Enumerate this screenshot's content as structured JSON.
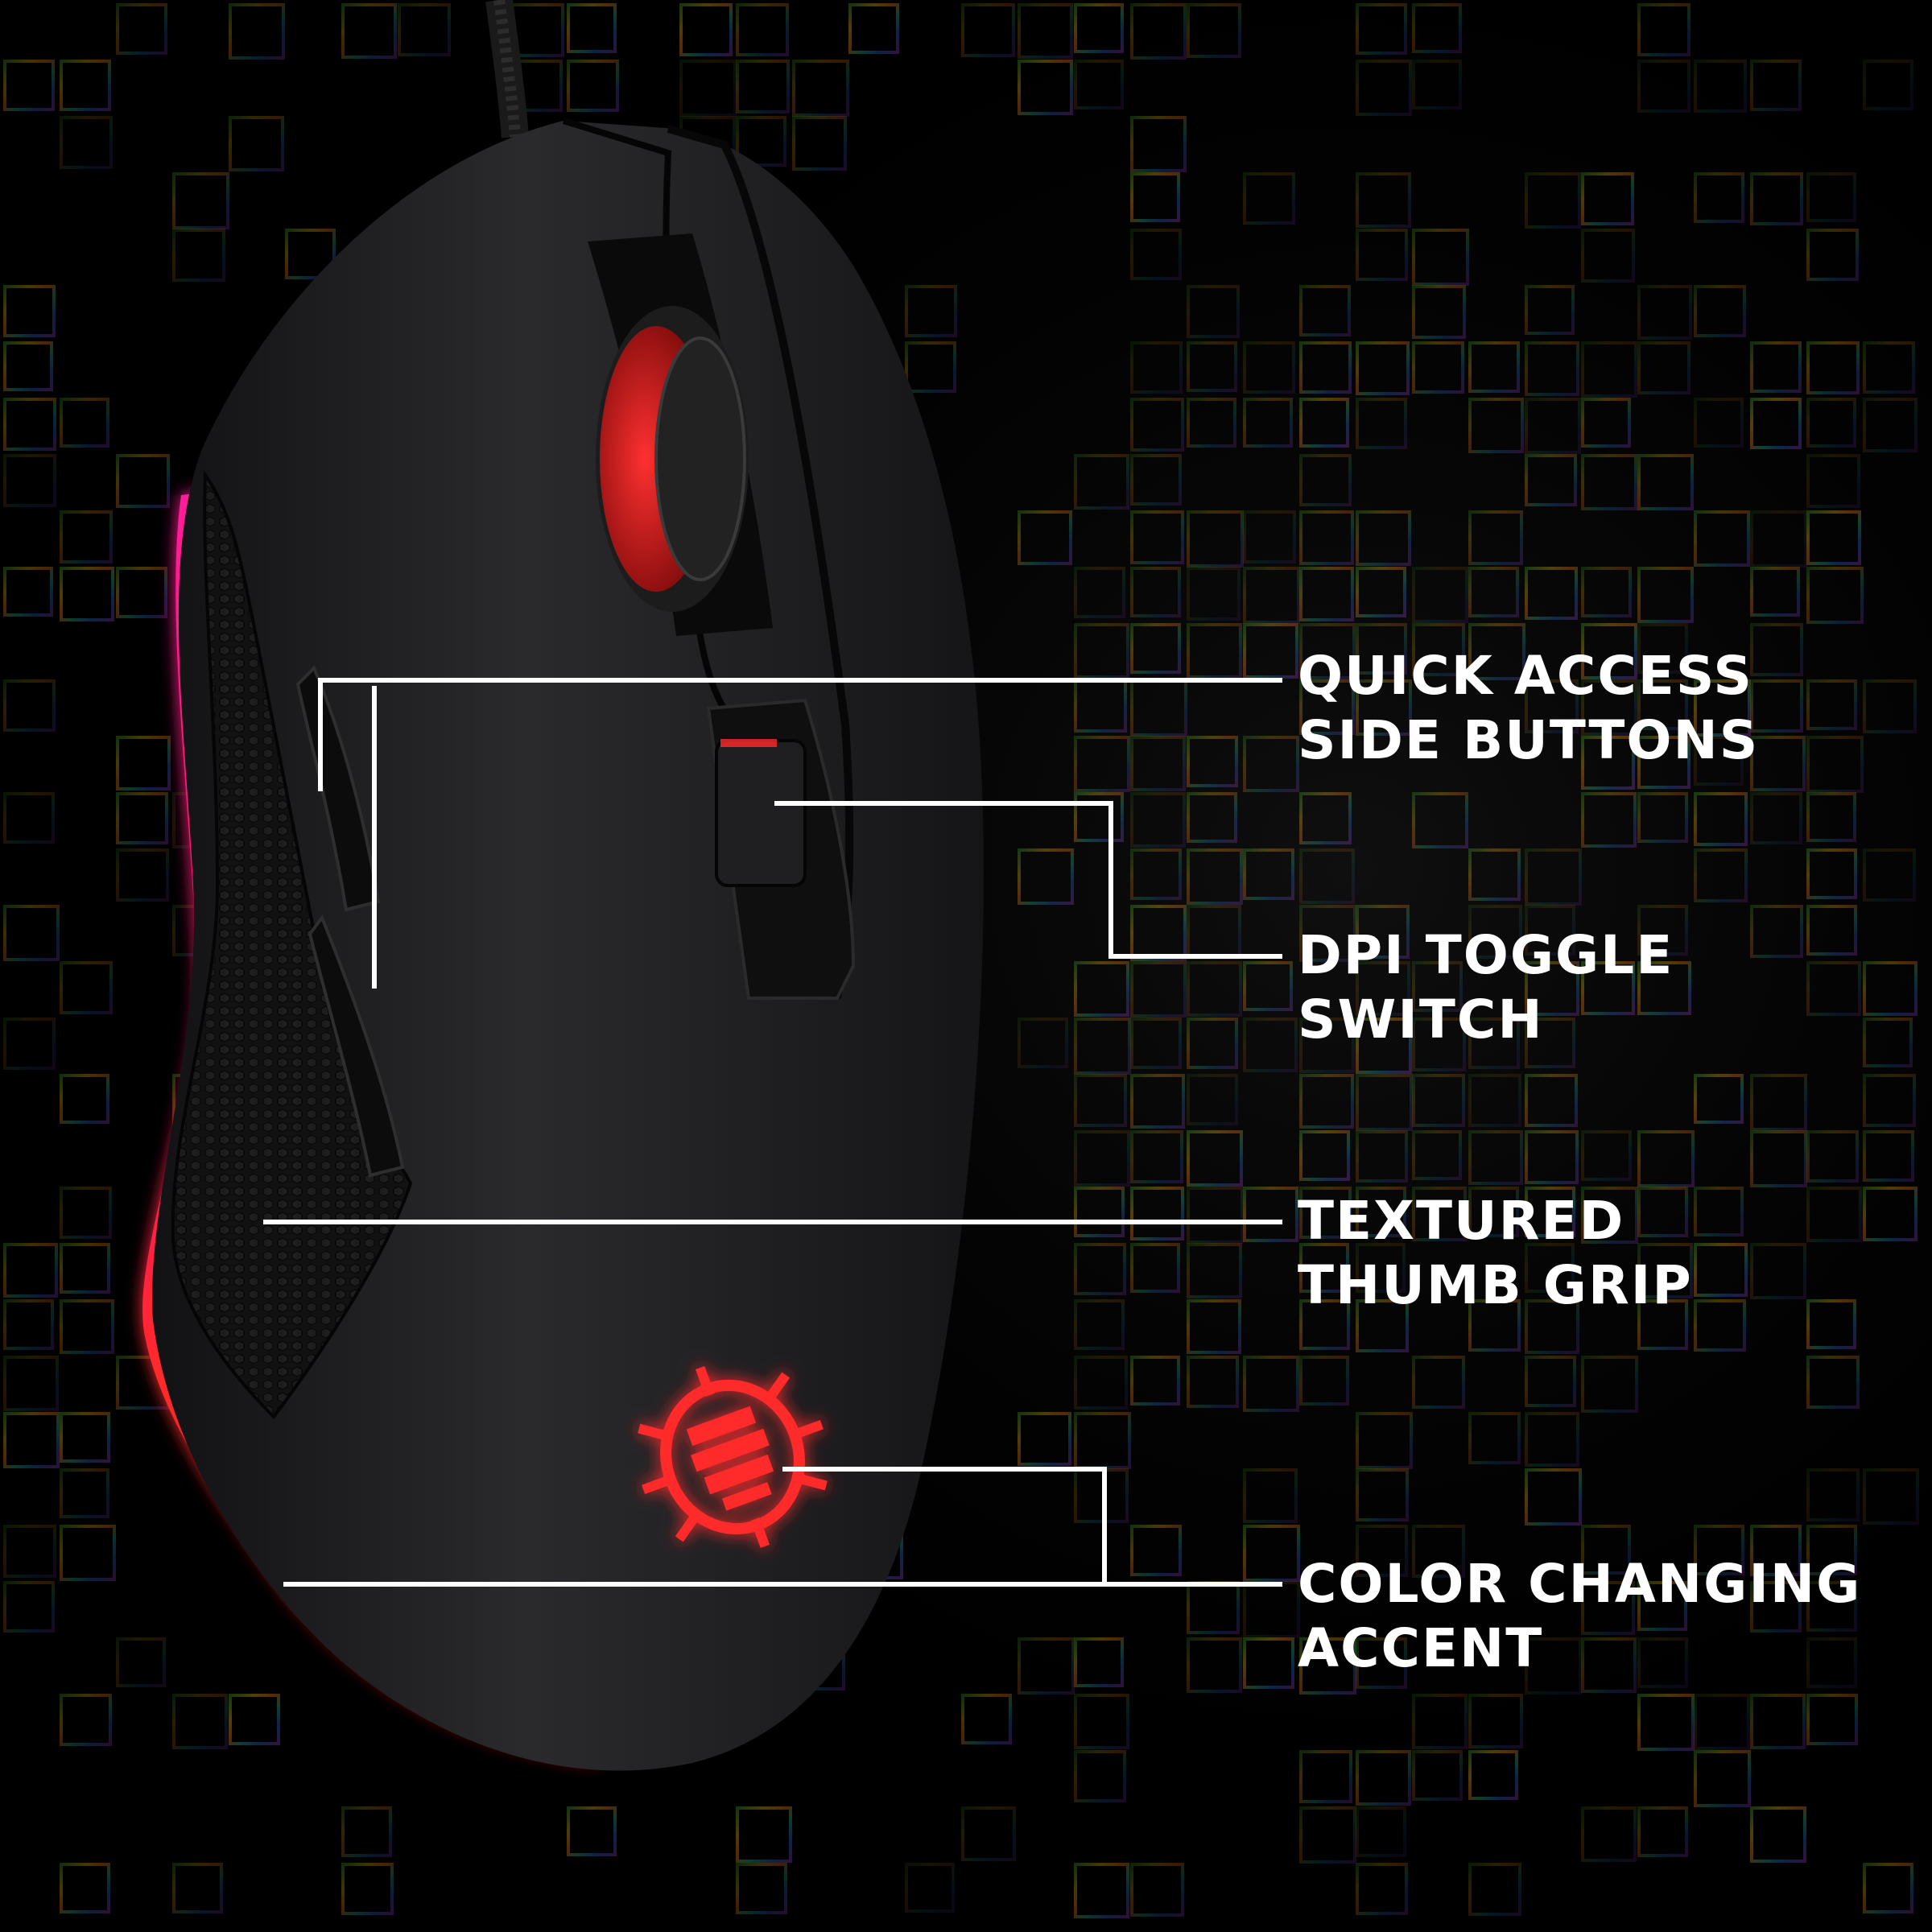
{
  "accent_colors": {
    "background": "#000000",
    "mouse_body": "#1b1b1d",
    "led_red": "#ff2a2a",
    "led_magenta": "#ff1a8c",
    "callout_line": "#ffffff",
    "callout_text": "#ffffff"
  },
  "callouts": [
    {
      "id": "quick-access-side-buttons",
      "line1": "QUICK ACCESS",
      "line2": "SIDE BUTTONS"
    },
    {
      "id": "dpi-toggle-switch",
      "line1": "DPI TOGGLE",
      "line2": "SWITCH"
    },
    {
      "id": "textured-thumb-grip",
      "line1": "TEXTURED",
      "line2": "THUMB GRIP"
    },
    {
      "id": "color-changing-accent",
      "line1": "COLOR CHANGING",
      "line2": "ACCENT"
    }
  ],
  "mouse": {
    "logo_icon": "bug-shield-logo-icon"
  }
}
